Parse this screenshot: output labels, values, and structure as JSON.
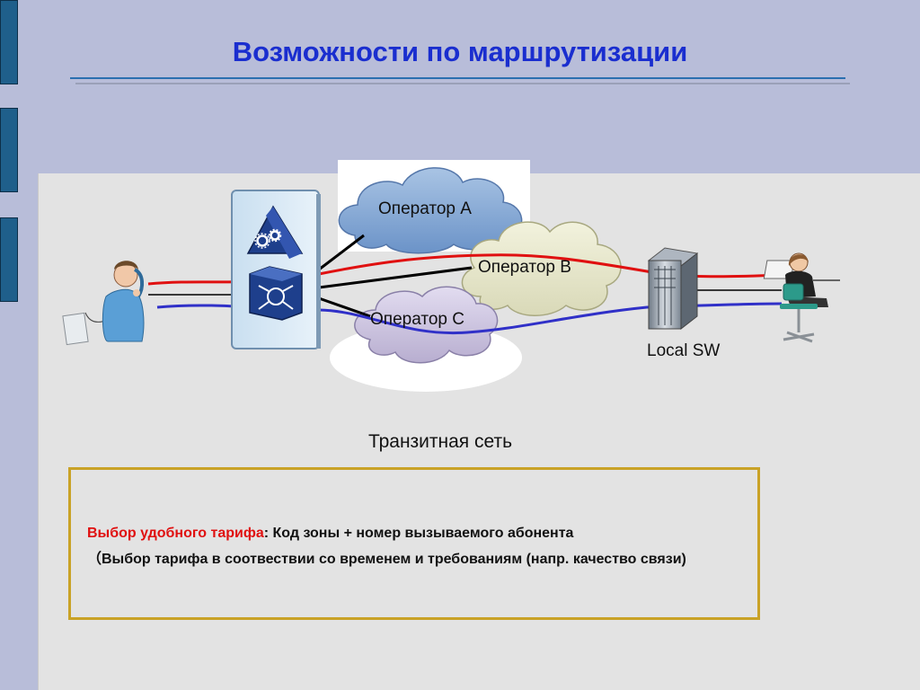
{
  "title": "Возможности по маршрутизации",
  "diagram": {
    "operators": [
      "Оператор A",
      "Оператор B",
      "Оператор C"
    ],
    "local_switch": "Local SW",
    "transit_network": "Транзитная сеть",
    "icons": [
      "caller-icon",
      "gateway-switch-icon",
      "gears-icon",
      "router-icon",
      "local-switch-icon",
      "callee-icon"
    ]
  },
  "info": {
    "highlight": "Выбор удобного тарифа",
    "line1_rest": ": Код зоны + номер вызываемого абонента",
    "line2": "（Выбор тарифа в соотвествии со временем и требованиям (напр. качество связи)"
  },
  "colors": {
    "title": "#1a2ecf",
    "red_route": "#e01010",
    "blue_route": "#3030c8",
    "box_border": "#c9a227"
  }
}
